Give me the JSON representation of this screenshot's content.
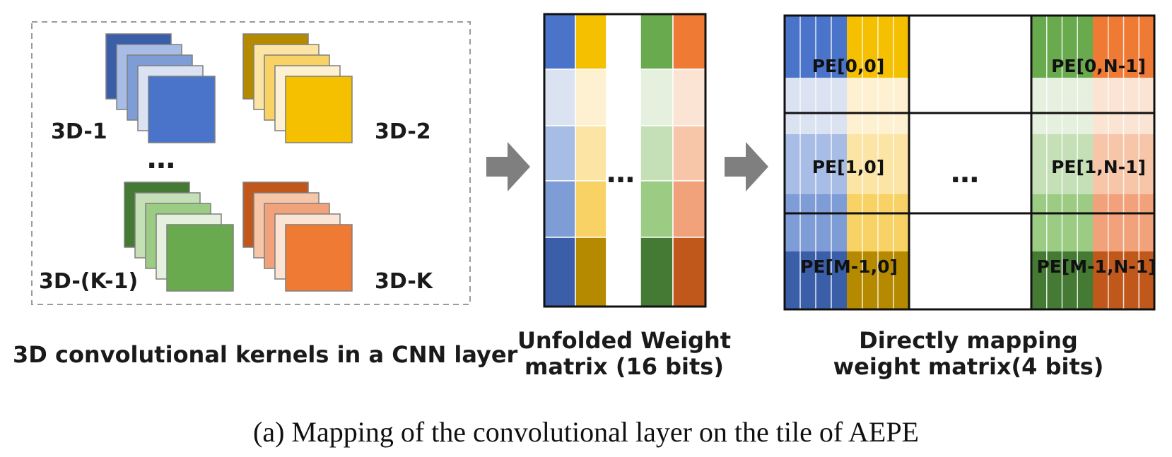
{
  "colors": {
    "blue": [
      "#3a5fa8",
      "#4a74c9",
      "#7e9cd6",
      "#a8bde6",
      "#dbe3f3"
    ],
    "yellow": [
      "#b58a00",
      "#f5c000",
      "#f8d265",
      "#fbe4a4",
      "#fef1d2"
    ],
    "green": [
      "#447a33",
      "#6aaa4f",
      "#9ccc84",
      "#c5e0b7",
      "#e5f0de"
    ],
    "orange": [
      "#c0571b",
      "#ee7a34",
      "#f2a27a",
      "#f7c6a8",
      "#fbe4d4"
    ]
  },
  "kernels": {
    "k1": "3D-1",
    "k2": "3D-2",
    "kkm1": "3D-(K-1)",
    "kk": "3D-K",
    "ellipsis": "…"
  },
  "unfolded": {
    "ellipsis": "…",
    "title_line1": "Unfolded Weight",
    "title_line2": "matrix (16 bits)"
  },
  "mapping": {
    "pe_00": "PE[0,0]",
    "pe_0n": "PE[0,N-1]",
    "pe_10": "PE[1,0]",
    "pe_1n": "PE[1,N-1]",
    "pe_m0": "PE[M-1,0]",
    "pe_mn": "PE[M-1,N-1]",
    "ellipsis": "…",
    "title_line1": "Directly mapping",
    "title_line2": "weight matrix(4 bits)"
  },
  "kernels_title": "3D convolutional kernels in a CNN layer",
  "caption": "(a) Mapping of the convolutional layer on the tile of AEPE"
}
